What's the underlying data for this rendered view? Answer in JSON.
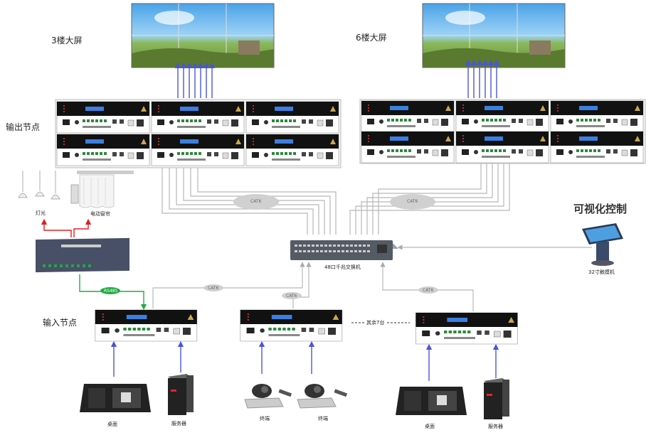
{
  "labels": {
    "floor3_screen": "3楼大屏",
    "floor6_screen": "6楼大屏",
    "output_nodes": "输出节点",
    "input_nodes": "输入节点",
    "lighting": "灯光",
    "curtain": "电动窗帘",
    "visual_control": "可视化控制",
    "touch_kiosk": "32寸触摸机",
    "switch": "48口千兆交换机",
    "more_units": "其余7台",
    "desktop_a": "桌面",
    "server_a": "服务器",
    "terminal_a": "终端",
    "terminal_b": "终端",
    "desktop_b": "桌面",
    "server_b": "服务器"
  },
  "cable_labels": {
    "cat6_left": "CAT6",
    "cat6_right": "CAT6",
    "cat6_in1": "CAT6",
    "cat6_in2": "CAT6",
    "cat6_in3": "CAT6",
    "rs485": "RS485"
  },
  "colors": {
    "arrow_blue": "#4a55d8",
    "cable_gray": "#b8b8b8",
    "relay_red": "#e02020",
    "rs485_green": "#22aa44",
    "device_black": "#1a1a1a",
    "screen_blue": "#3b7fe0"
  }
}
